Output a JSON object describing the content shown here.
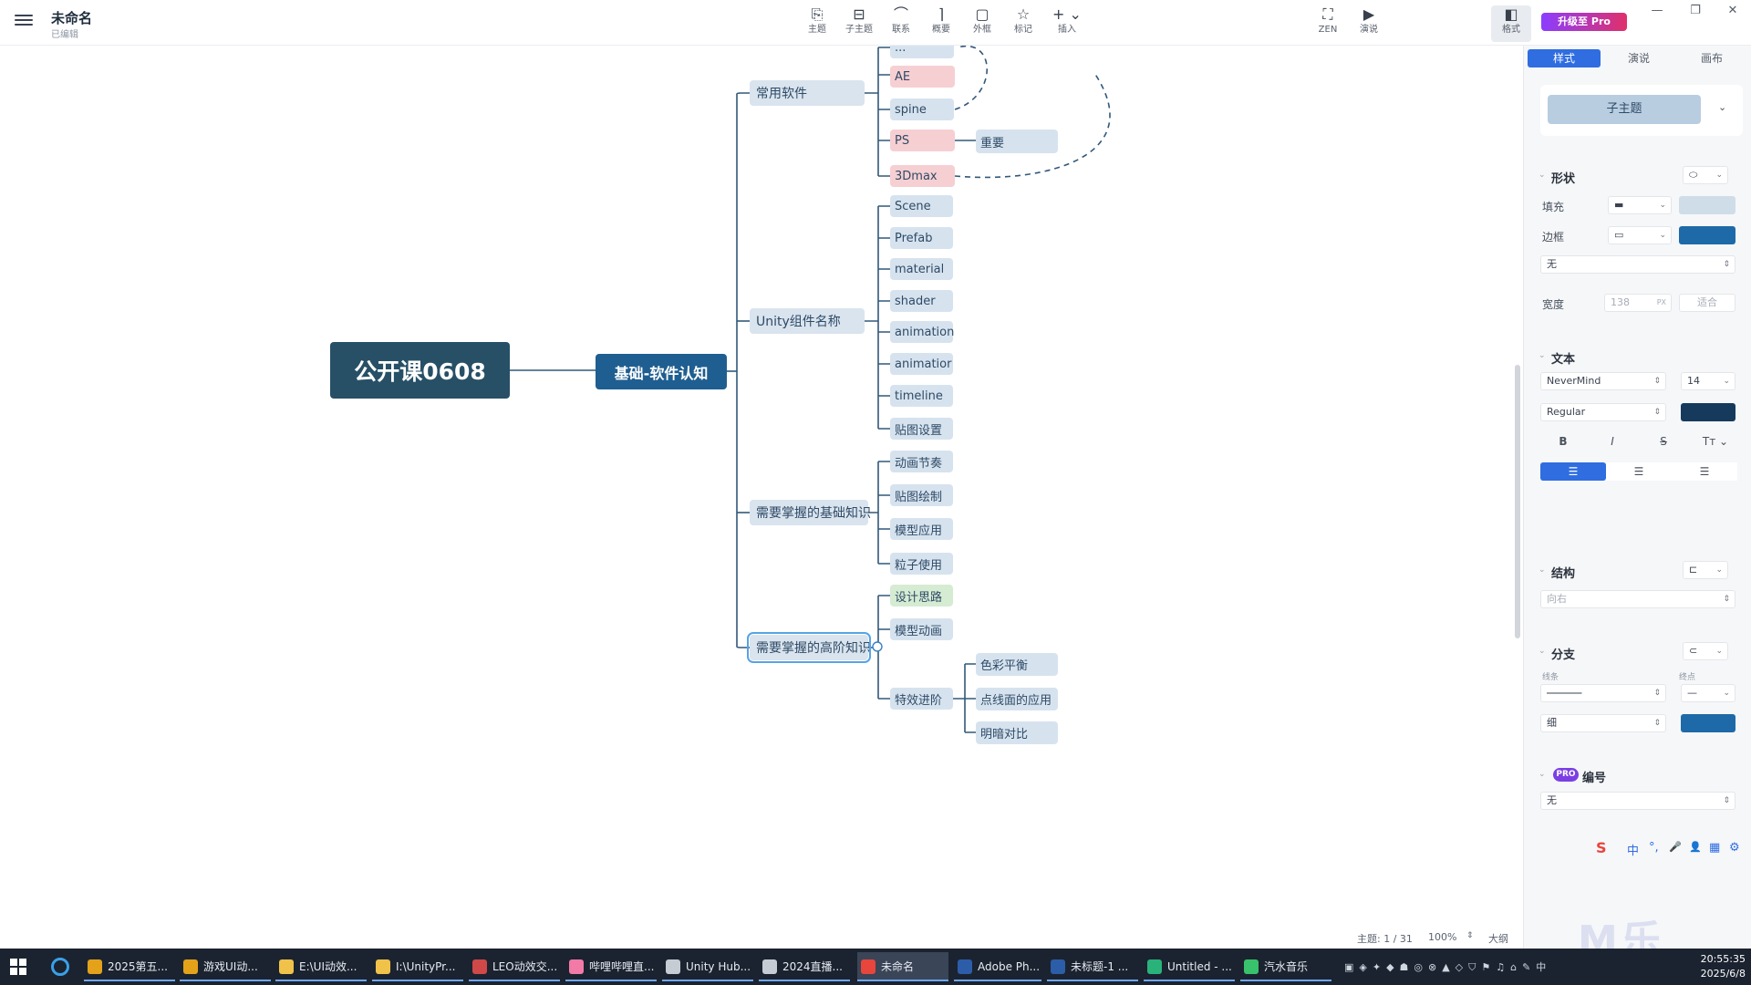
{
  "app": {
    "doc_title": "未命名",
    "doc_status": "已编辑"
  },
  "toolbar": [
    {
      "label": "主题",
      "icon": "topic-icon",
      "glyph": "⎘"
    },
    {
      "label": "子主题",
      "icon": "subtopic-icon",
      "glyph": "⊟"
    },
    {
      "label": "联系",
      "icon": "relationship-icon",
      "glyph": "⌒"
    },
    {
      "label": "概要",
      "icon": "summary-icon",
      "glyph": "⌉"
    },
    {
      "label": "外框",
      "icon": "boundary-icon",
      "glyph": "▢"
    },
    {
      "label": "标记",
      "icon": "marker-icon",
      "glyph": "☆"
    },
    {
      "label": "插入",
      "icon": "insert-icon",
      "glyph": "+ ⌄"
    }
  ],
  "right_tools": [
    {
      "label": "ZEN",
      "icon": "zen-icon",
      "glyph": "⛶"
    },
    {
      "label": "演说",
      "icon": "pitch-icon",
      "glyph": "▶"
    },
    {
      "label": "格式",
      "icon": "format-panel-icon",
      "glyph": "◧"
    }
  ],
  "pro_button": "升级至 Pro",
  "mindmap": {
    "root": "公开课0608",
    "main": "基础-软件认知",
    "branches": [
      {
        "label": "常用软件",
        "children": [
          "...",
          "AE",
          "spine",
          "PS",
          "3Dmax"
        ],
        "extra": "重要"
      },
      {
        "label": "Unity组件名称",
        "children": [
          "Scene",
          "Prefab",
          "material",
          "shader",
          "animation",
          "animatior",
          "timeline",
          "贴图设置"
        ]
      },
      {
        "label": "需要掌握的基础知识",
        "children": [
          "动画节奏",
          "贴图绘制",
          "模型应用",
          "粒子使用"
        ]
      },
      {
        "label": "需要掌握的高阶知识",
        "children": [
          "设计思路",
          "模型动画",
          "特效进阶"
        ],
        "grandchildren": [
          "色彩平衡",
          "点线面的应用",
          "明暗对比"
        ]
      }
    ]
  },
  "status": {
    "topic_count": "主题: 1 / 31",
    "zoom": "100%",
    "outline": "大纲"
  },
  "panel": {
    "tabs": [
      "样式",
      "演说",
      "画布"
    ],
    "subtopic_preview": "子主题",
    "shape": {
      "title": "形状",
      "fill_label": "填充",
      "border_label": "边框",
      "border_style": "无",
      "width_label": "宽度",
      "width_value": "138",
      "width_unit": "PX",
      "fit_label": "适合",
      "fill_color": "#cfdde9",
      "border_color": "#1e6aa8"
    },
    "text": {
      "title": "文本",
      "font": "NeverMind",
      "size": "14",
      "weight": "Regular",
      "color": "#163a5c",
      "bold": "B",
      "italic": "I",
      "strike": "S",
      "case": "Tт"
    },
    "structure": {
      "title": "结构",
      "value": "向右"
    },
    "branch": {
      "title": "分支",
      "line_label": "线条",
      "end_label": "终点",
      "thickness": "细",
      "color": "#1e6aa8"
    },
    "numbering": {
      "badge": "PRO",
      "title": "编号",
      "value": "无"
    }
  },
  "ime": [
    "中",
    "°,",
    "🎤",
    "👤",
    "▦",
    "⚙"
  ],
  "taskbar": [
    {
      "label": "2025第五...",
      "color": "#e3a21a"
    },
    {
      "label": "游戏UI动...",
      "color": "#e3a21a"
    },
    {
      "label": "E:\\UI动效...",
      "color": "#f0c24a"
    },
    {
      "label": "I:\\UnityPr...",
      "color": "#f0c24a"
    },
    {
      "label": "LEO动效交...",
      "color": "#d04848"
    },
    {
      "label": "哔哩哔哩直...",
      "color": "#f27aa6"
    },
    {
      "label": "Unity Hub...",
      "color": "#c6ccd4"
    },
    {
      "label": "2024直播...",
      "color": "#c6ccd4"
    },
    {
      "label": "未命名",
      "color": "#e8453c"
    },
    {
      "label": "Adobe Ph...",
      "color": "#2c5da8"
    },
    {
      "label": "未标题-1 ...",
      "color": "#2c5da8"
    },
    {
      "label": "Untitled - ...",
      "color": "#29b37a"
    },
    {
      "label": "汽水音乐",
      "color": "#38c26b"
    }
  ],
  "clock": {
    "time": "20:55:35",
    "date": "2025/6/8"
  },
  "watermark": "M乐"
}
